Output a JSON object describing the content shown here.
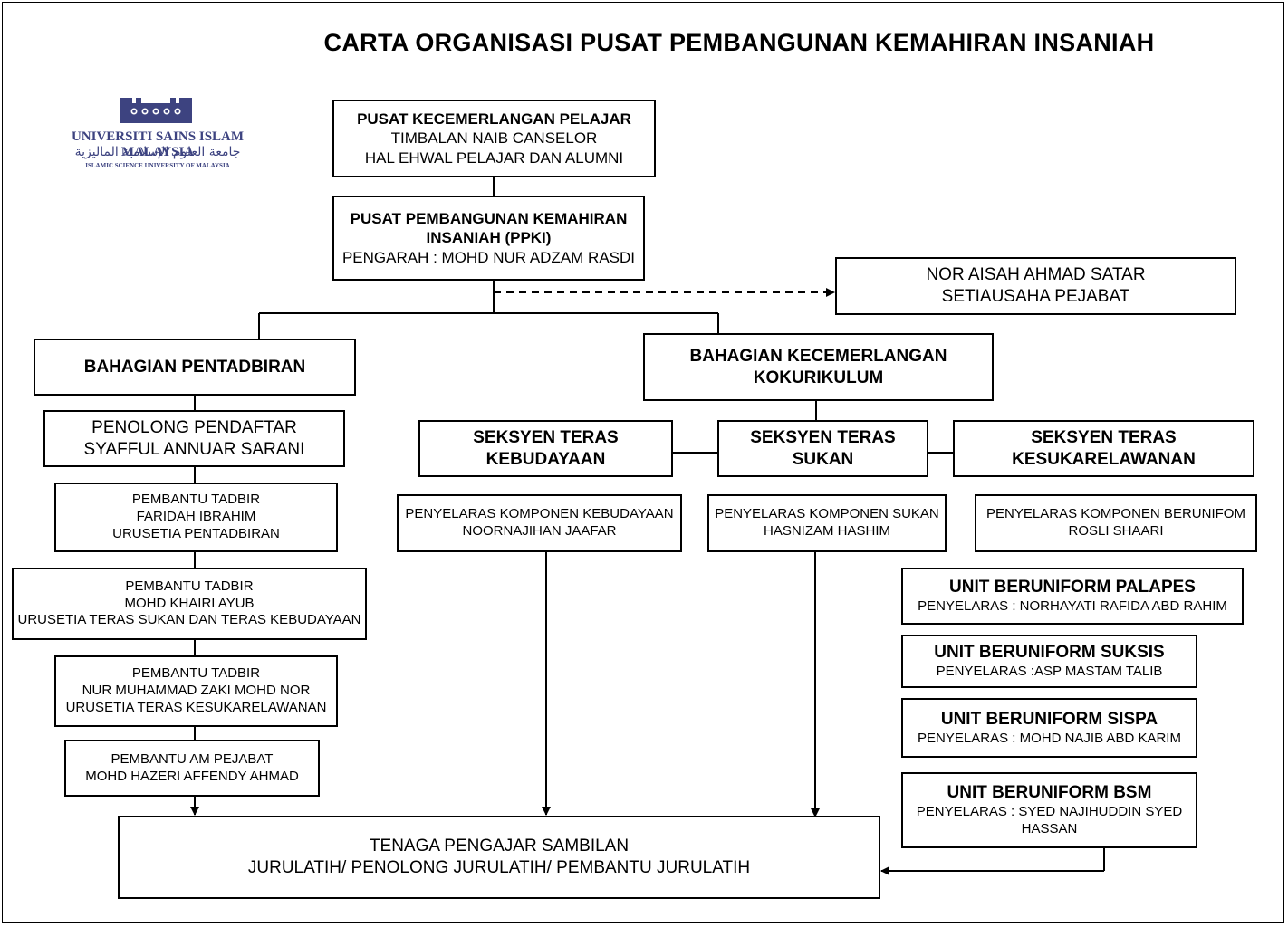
{
  "title": "CARTA ORGANISASI PUSAT PEMBANGUNAN KEMAHIRAN INSANIAH",
  "logo": {
    "name": "UNIVERSITI SAINS ISLAM MALAYSIA",
    "arabic": "جامعة العلوم الإسلامية الماليزية",
    "subtitle": "ISLAMIC SCIENCE UNIVERSITY OF MALAYSIA",
    "color": "#3d4380"
  },
  "nodes": {
    "pkp": {
      "title": "PUSAT KECEMERLANGAN PELAJAR",
      "line1": "TIMBALAN NAIB CANSELOR",
      "line2": "HAL EHWAL PELAJAR DAN ALUMNI"
    },
    "ppki": {
      "title1": "PUSAT PEMBANGUNAN KEMAHIRAN",
      "title2": "INSANIAH (PPKI)",
      "line1": "PENGARAH : MOHD NUR ADZAM RASDI"
    },
    "setiausaha": {
      "line1": "NOR AISAH AHMAD SATAR",
      "line2": "SETIAUSAHA PEJABAT"
    },
    "pentadbiran": {
      "title": "BAHAGIAN PENTADBIRAN"
    },
    "kokurikulum": {
      "title1": "BAHAGIAN KECEMERLANGAN",
      "title2": "KOKURIKULUM"
    },
    "penolong": {
      "line1": "PENOLONG PENDAFTAR",
      "line2": "SYAFFUL ANNUAR SARANI"
    },
    "pt1": {
      "line1": "PEMBANTU TADBIR",
      "line2": "FARIDAH IBRAHIM",
      "line3": "URUSETIA PENTADBIRAN"
    },
    "pt2": {
      "line1": "PEMBANTU TADBIR",
      "line2": "MOHD KHAIRI AYUB",
      "line3": "URUSETIA TERAS SUKAN DAN TERAS KEBUDAYAAN"
    },
    "pt3": {
      "line1": "PEMBANTU TADBIR",
      "line2": "NUR MUHAMMAD ZAKI MOHD NOR",
      "line3": "URUSETIA TERAS KESUKARELAWANAN"
    },
    "pap": {
      "line1": "PEMBANTU AM PEJABAT",
      "line2": "MOHD HAZERI AFFENDY AHMAD"
    },
    "kebudayaan": {
      "title1": "SEKSYEN TERAS",
      "title2": "KEBUDAYAAN"
    },
    "sukan": {
      "title1": "SEKSYEN TERAS",
      "title2": "SUKAN"
    },
    "kesukarelawanan": {
      "title1": "SEKSYEN TERAS",
      "title2": "KESUKARELAWANAN"
    },
    "pk_kebudayaan": {
      "line1": "PENYELARAS KOMPONEN KEBUDAYAAN",
      "line2": "NOORNAJIHAN JAAFAR"
    },
    "pk_sukan": {
      "line1": "PENYELARAS KOMPONEN SUKAN",
      "line2": "HASNIZAM HASHIM"
    },
    "pk_beruniform": {
      "line1": "PENYELARAS KOMPONEN BERUNIFOM",
      "line2": "ROSLI SHAARI"
    },
    "palapes": {
      "title": "UNIT BERUNIFORM PALAPES",
      "line1": "PENYELARAS : NORHAYATI RAFIDA ABD RAHIM"
    },
    "suksis": {
      "title": "UNIT BERUNIFORM SUKSIS",
      "line1": "PENYELARAS :ASP MASTAM TALIB"
    },
    "sispa": {
      "title": "UNIT BERUNIFORM SISPA",
      "line1": "PENYELARAS : MOHD NAJIB ABD KARIM"
    },
    "bsm": {
      "title": "UNIT BERUNIFORM BSM",
      "line1": "PENYELARAS : SYED NAJIHUDDIN SYED",
      "line2": "HASSAN"
    },
    "tenaga": {
      "line1": "TENAGA PENGAJAR SAMBILAN",
      "line2": "JURULATIH/ PENOLONG JURULATIH/ PEMBANTU JURULATIH"
    }
  }
}
